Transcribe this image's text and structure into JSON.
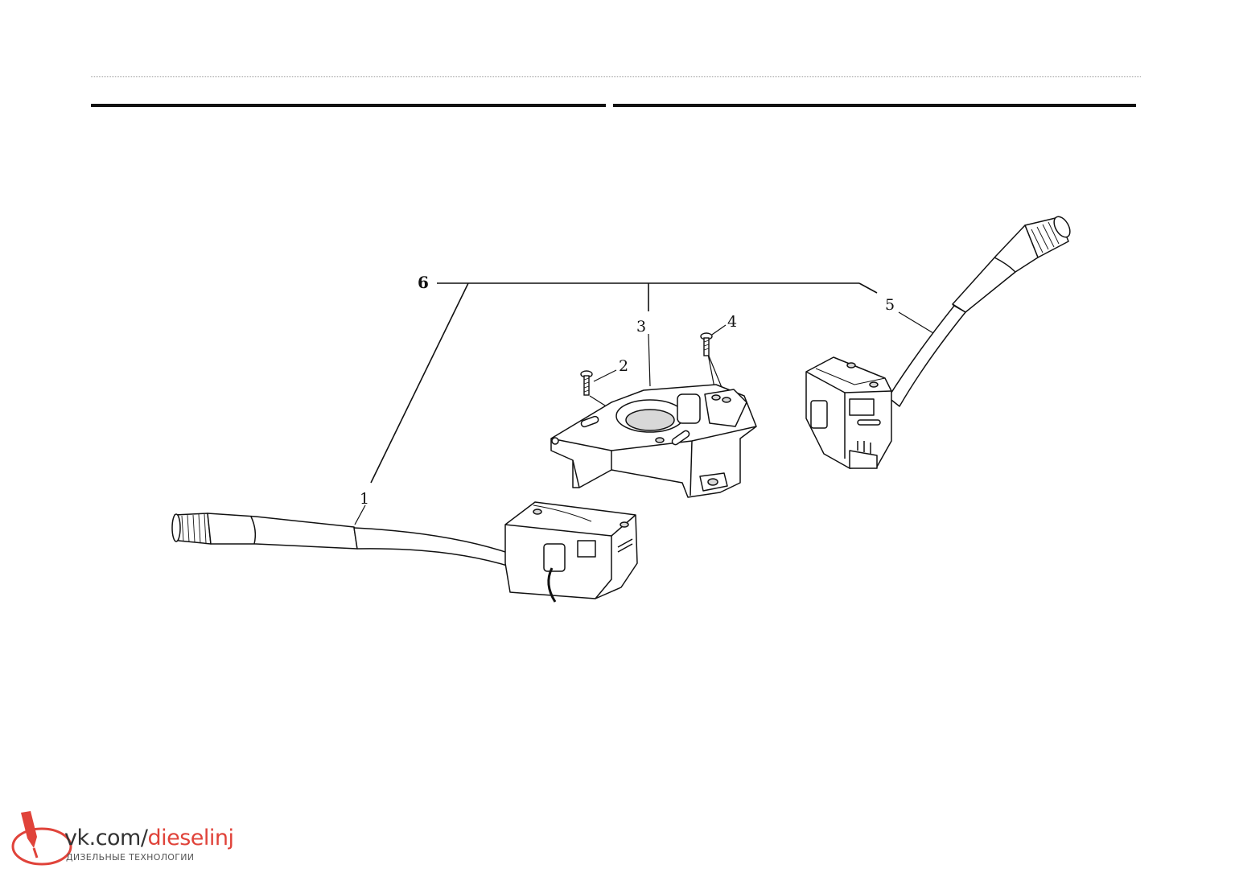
{
  "callouts": {
    "c1": "1",
    "c2": "2",
    "c3": "3",
    "c4": "4",
    "c5": "5",
    "c6": "6"
  },
  "watermark": {
    "prefix": "vk.com/",
    "accent": "dieselinj",
    "subtitle": "ДИЗЕЛЬНЫЕ ТЕХНОЛОГИИ",
    "accent_color": "#e0433a"
  },
  "colors": {
    "line": "#111111",
    "fill": "#ffffff",
    "shade": "#d8d8d8"
  }
}
